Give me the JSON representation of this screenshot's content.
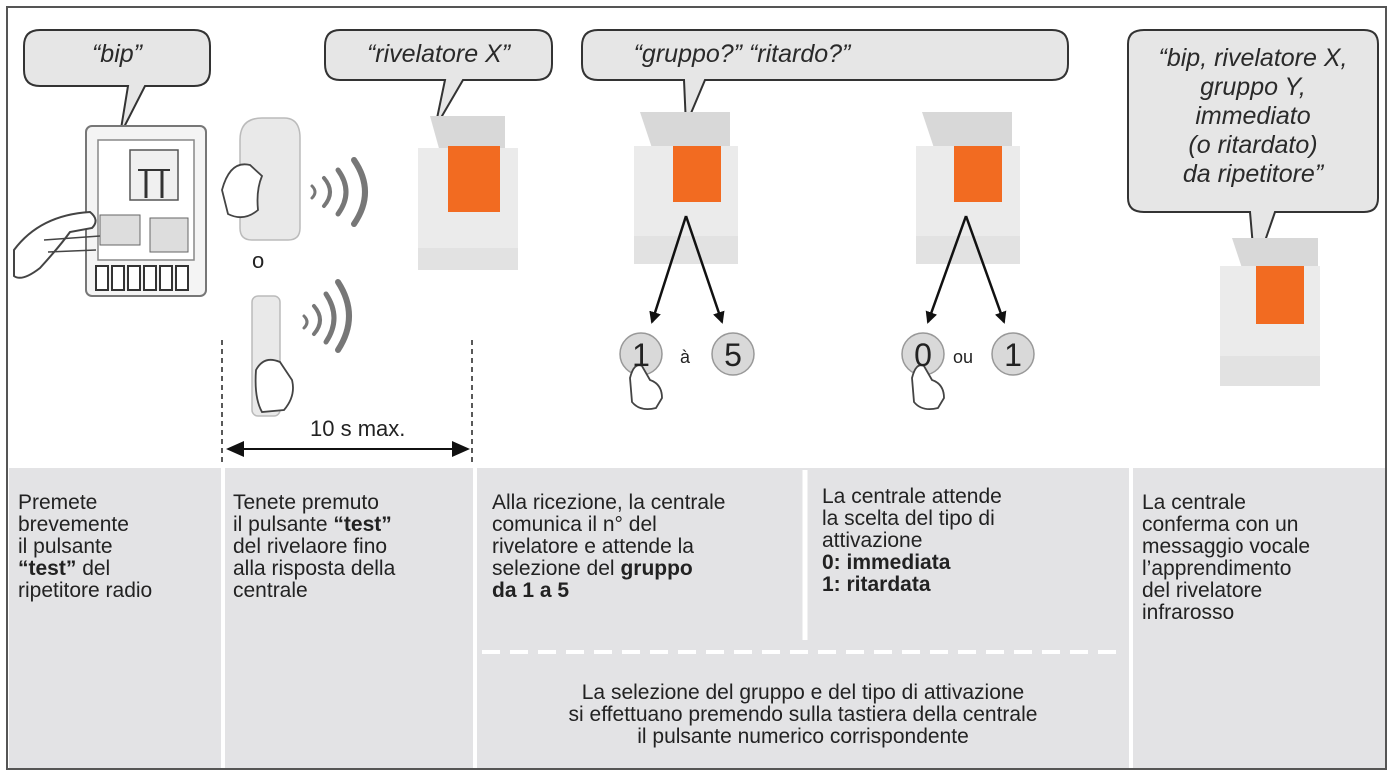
{
  "bubbles": {
    "bip": "“bip”",
    "rivelatore": "“rivelatore X”",
    "gruppo": "“gruppo?” “ritardo?”",
    "final": [
      "“bip, rivelatore X,",
      "gruppo Y,",
      "immediato",
      "(o ritardato)",
      "da ripetitore”"
    ]
  },
  "labels": {
    "o": "o",
    "time": "10 s max.",
    "a": "à",
    "ou": "ou",
    "key_1": "1",
    "key_5": "5",
    "key_0": "0",
    "key_1b": "1"
  },
  "steps": {
    "step1": [
      "Premete",
      "brevemente",
      "il pulsante",
      "“test”",
      "del",
      "ripetitore radio"
    ],
    "step2": [
      "Tenete premuto",
      "il pulsante",
      "“test”",
      "del rivelaore fino",
      "alla risposta della",
      "centrale"
    ],
    "step3": [
      "Alla ricezione, la centrale",
      "comunica il n° del",
      "rivelatore e attende la",
      "selezione del",
      "gruppo",
      "da 1 a 5"
    ],
    "step4": [
      "La centrale attende",
      "la scelta del tipo di",
      "attivazione",
      "0: immediata",
      "1: ritardata"
    ],
    "step5": [
      "La centrale",
      "conferma con un",
      "messaggio vocale",
      "l’apprendimento",
      "del rivelatore",
      "infrarosso"
    ],
    "shared_note": [
      "La selezione del gruppo e del tipo di attivazione",
      "si effettuano premendo sulla tastiera della centrale",
      "il pulsante numerico corrispondente"
    ]
  },
  "colors": {
    "panel_bg": "#e3e3e5",
    "bubble_bg": "#e6e6e6",
    "orange": "#f26b21",
    "device": "#e9e9e9"
  }
}
